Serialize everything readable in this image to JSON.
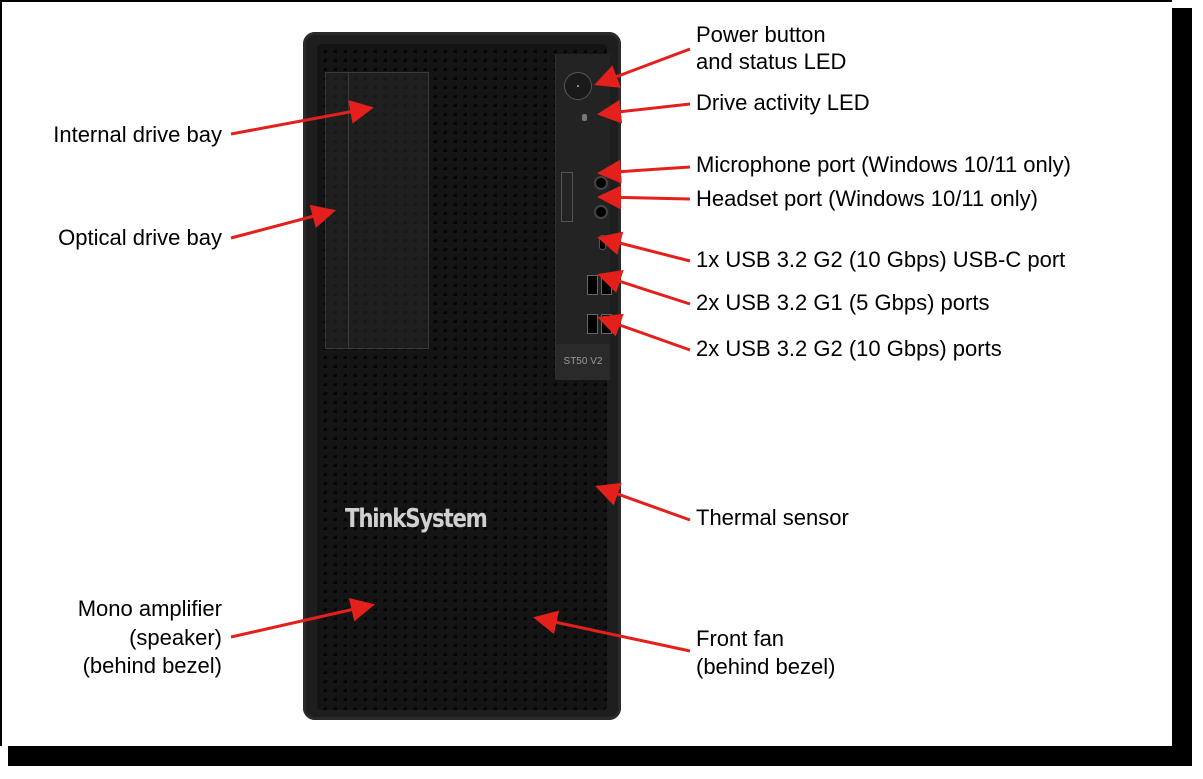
{
  "figure": {
    "subject": "ThinkSystem ST50 V2 front view",
    "logo_text": "ThinkSystem",
    "model_badge": "ST50 V2",
    "arrow_color": "#e3201b"
  },
  "labels_left": [
    {
      "id": "internal-drive-bay",
      "lines": [
        "Internal drive bay"
      ]
    },
    {
      "id": "optical-drive-bay",
      "lines": [
        "Optical drive bay"
      ]
    },
    {
      "id": "mono-amplifier",
      "lines": [
        "Mono amplifier",
        "(speaker)",
        "(behind bezel)"
      ]
    }
  ],
  "labels_right": [
    {
      "id": "power-button",
      "lines": [
        "Power button",
        "and status LED"
      ]
    },
    {
      "id": "drive-activity-led",
      "lines": [
        "Drive activity LED"
      ]
    },
    {
      "id": "microphone-port",
      "lines": [
        "Microphone port (Windows 10/11 only)"
      ]
    },
    {
      "id": "headset-port",
      "lines": [
        "Headset port (Windows 10/11 only)"
      ]
    },
    {
      "id": "usb-c-port",
      "lines": [
        "1x USB 3.2 G2 (10 Gbps) USB-C port"
      ]
    },
    {
      "id": "usb-g1-ports",
      "lines": [
        "2x USB 3.2 G1 (5 Gbps) ports"
      ]
    },
    {
      "id": "usb-g2-ports",
      "lines": [
        "2x USB 3.2 G2 (10 Gbps) ports"
      ]
    },
    {
      "id": "thermal-sensor",
      "lines": [
        "Thermal sensor"
      ]
    },
    {
      "id": "front-fan",
      "lines": [
        "Front fan",
        "(behind bezel)"
      ]
    }
  ]
}
